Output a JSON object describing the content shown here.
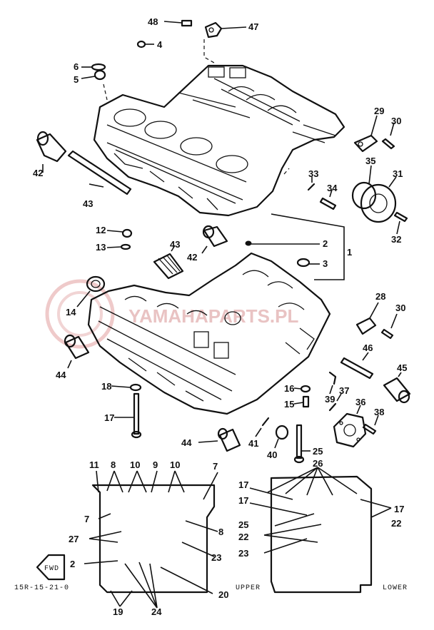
{
  "watermark": {
    "text": "YAMAHAPARTS.PL",
    "color": "#e6b3b3"
  },
  "captions": {
    "diagram_code": "15R-15-21-0",
    "upper": "UPPER",
    "lower": "LOWER",
    "front": "FWD"
  },
  "callouts": {
    "c48": "48",
    "c47": "47",
    "c4": "4",
    "c6": "6",
    "c5": "5",
    "c29": "29",
    "c30a": "30",
    "c42a": "42",
    "c43a": "43",
    "c33": "33",
    "c35": "35",
    "c34": "34",
    "c31": "31",
    "c32": "32",
    "c12": "12",
    "c13": "13",
    "c42b": "42",
    "c43b": "43",
    "c2a": "2",
    "c1a": "1",
    "c3": "3",
    "c14": "14",
    "c28": "28",
    "c30b": "30",
    "c44a": "44",
    "c46": "46",
    "c45": "45",
    "c18": "18",
    "c16": "16",
    "c15": "15",
    "c39": "39",
    "c37": "37",
    "c36": "36",
    "c38": "38",
    "c17a": "17",
    "c44b": "44",
    "c41": "41",
    "c40": "40",
    "c25a": "25",
    "c11": "11",
    "c8a": "8",
    "c10a": "10",
    "c9": "9",
    "c10b": "10",
    "c7a": "7",
    "c7b": "7",
    "c27": "27",
    "c8b": "8",
    "c2b": "2",
    "c23a": "23",
    "c19": "19",
    "c24": "24",
    "c20": "20",
    "c26": "26",
    "c17b": "17",
    "c17c": "17",
    "c17d": "17",
    "c25b": "25",
    "c22a": "22",
    "c23b": "23",
    "c22b": "22"
  }
}
